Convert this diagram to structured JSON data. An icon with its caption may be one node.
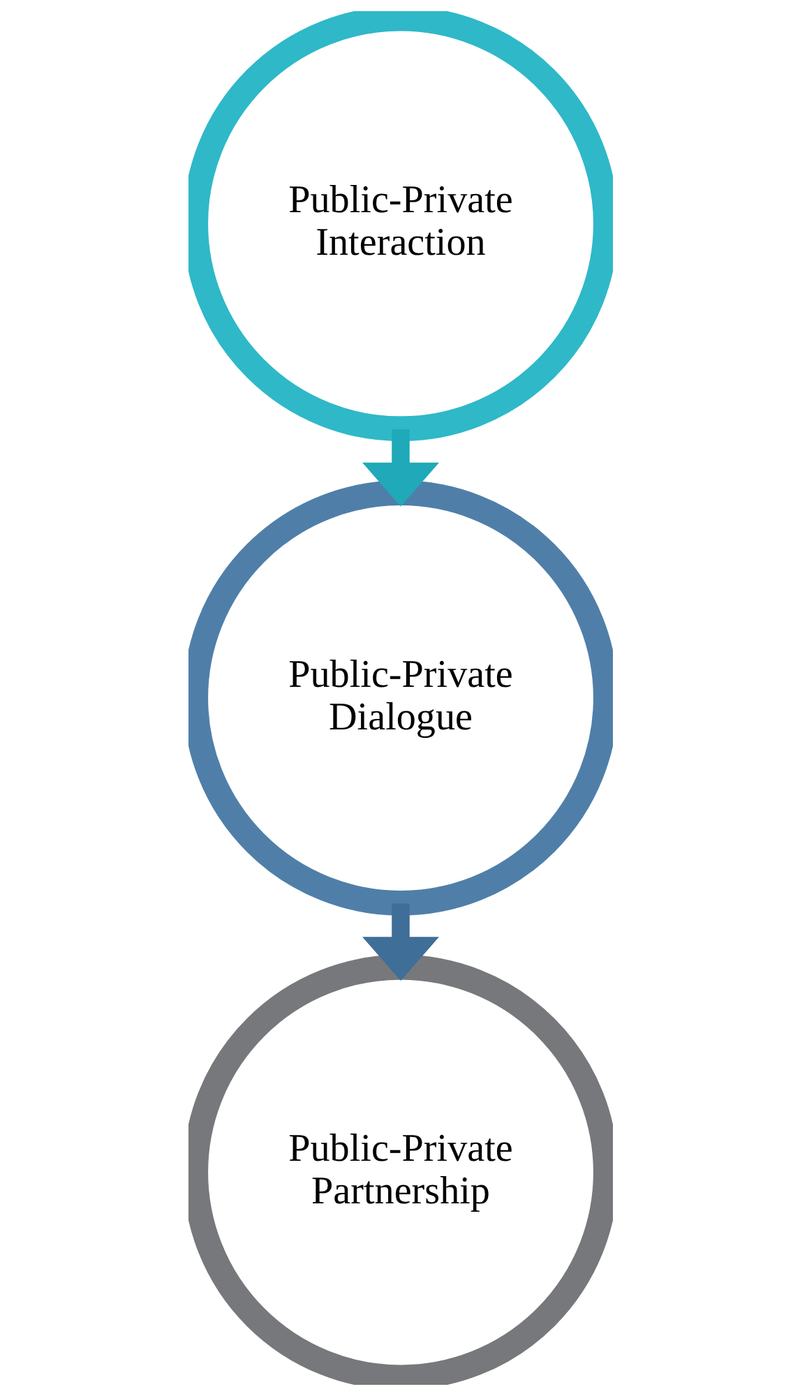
{
  "diagram": {
    "nodes": [
      {
        "text": [
          "Public-Private Interaction"
        ]
      },
      {
        "text": [
          "Public-Private Dialogue"
        ]
      },
      {
        "text": [
          "Public-Private Partnership"
        ]
      }
    ],
    "edges": [
      {
        "from": 0,
        "to": 1,
        "arrow": "to",
        "color": "#1fa9b9"
      },
      {
        "from": 1,
        "to": 2,
        "arrow": "to",
        "color": "#3f6e98"
      }
    ]
  }
}
